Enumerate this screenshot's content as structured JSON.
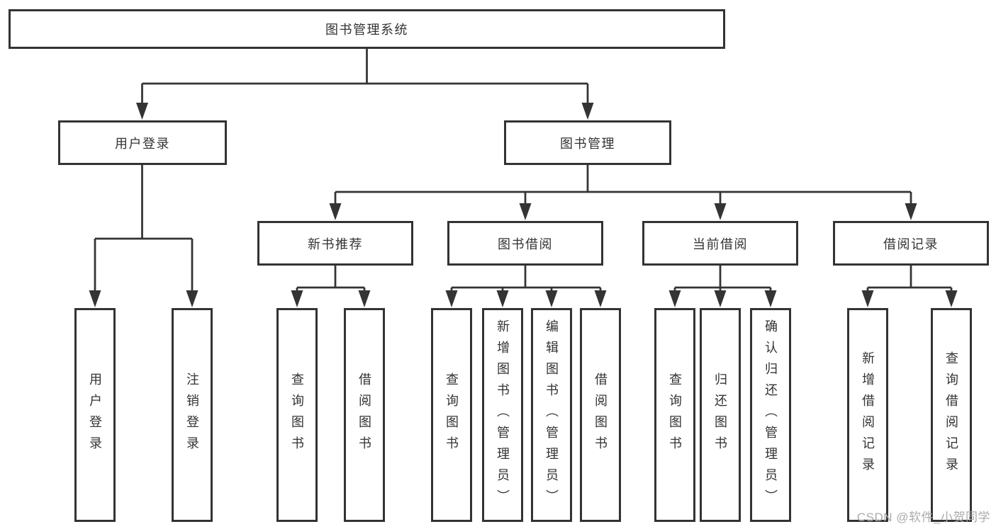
{
  "diagram": {
    "root": {
      "label": "图书管理系统"
    },
    "level2": [
      {
        "label": "用户登录"
      },
      {
        "label": "图书管理"
      }
    ],
    "level3": [
      {
        "label": "新书推荐"
      },
      {
        "label": "图书借阅"
      },
      {
        "label": "当前借阅"
      },
      {
        "label": "借阅记录"
      }
    ],
    "leaves": {
      "user_login": [
        {
          "label": "用户登录"
        },
        {
          "label": "注销登录"
        }
      ],
      "new_books": [
        {
          "label": "查询图书"
        },
        {
          "label": "借阅图书"
        }
      ],
      "book_borrowing": [
        {
          "label": "查询图书"
        },
        {
          "label": "新增图书（管理员）"
        },
        {
          "label": "编辑图书（管理员）"
        },
        {
          "label": "借阅图书"
        }
      ],
      "current_borrowing": [
        {
          "label": "查询图书"
        },
        {
          "label": "归还图书"
        },
        {
          "label": "确认归还（管理员）"
        }
      ],
      "borrowing_records": [
        {
          "label": "新增借阅记录"
        },
        {
          "label": "查询借阅记录"
        }
      ]
    },
    "colors": {
      "box_border": "#333333",
      "connector_line": "#343434",
      "text": "#333333",
      "background": "#ffffff",
      "watermark": "#ababab"
    }
  },
  "watermark": {
    "text": "CSDN @软件_小贺同学"
  }
}
